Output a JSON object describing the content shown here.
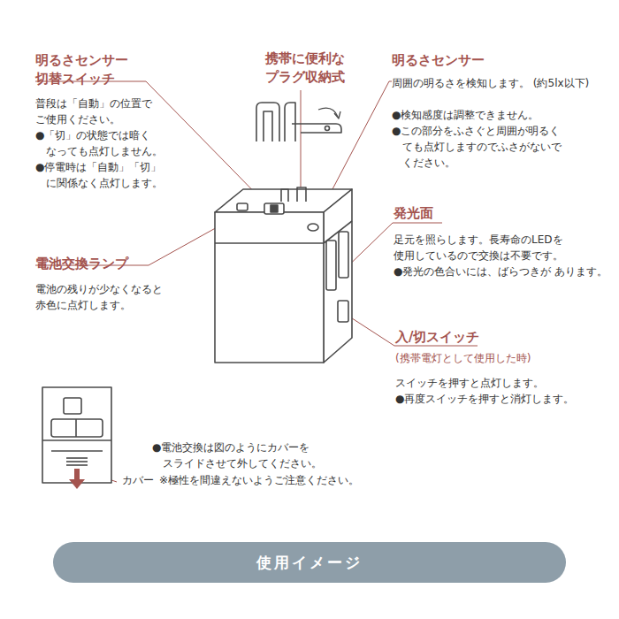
{
  "diagram": {
    "nodes": [
      {
        "text": [
          "使用イメージ"
        ]
      }
    ],
    "labels": [
      "明るさセンサー 切替スイッチ",
      "普段は「自動」の位置で ご使用ください。",
      "●「切」の状態では暗く なっても点灯しません。",
      "●停電時は「自動」「切」 に関係なく点灯します。",
      "携帯に便利な プラグ収納式",
      "明るさセンサー",
      "周囲の明るさを検知します。 (約5lx以下)",
      "●検知感度は調整できません。",
      "●この部分をふさぐと周囲が明るく ても点灯しますのでふさがないで ください。",
      "発光面",
      "足元を照らします。長寿命のLEDを 使用しているので交換は不要です。",
      "●発光の色合いには、ばらつきが あります。",
      "電池交換ランプ",
      "電池の残りが少なくなると 赤色に点灯します。",
      "入/切スイッチ",
      "(携帯電灯として使用した時)",
      "スイッチを押すと点灯します。",
      "●再度スイッチを押すと消灯します。",
      "●電池交換は図のようにカバーを スライドさせて外してください。",
      "カバー",
      "※極性を間違えないようご注意ください。"
    ]
  }
}
